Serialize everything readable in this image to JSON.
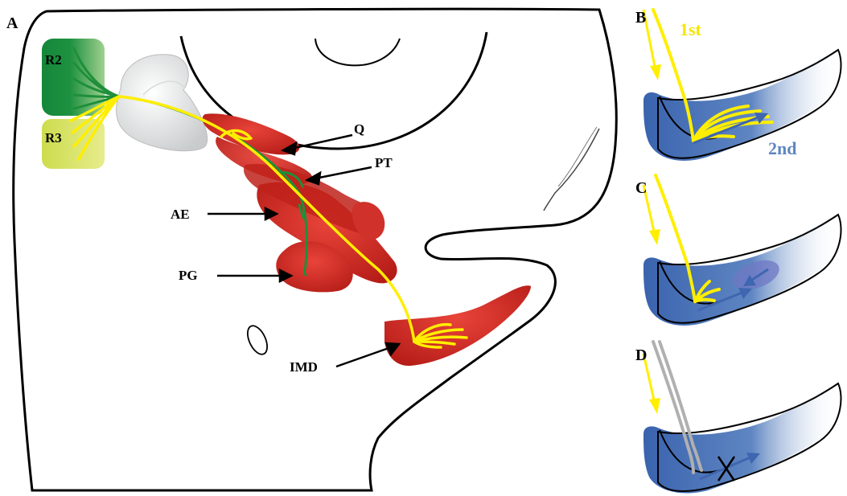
{
  "panels": {
    "a": "A",
    "b": "B",
    "c": "C",
    "d": "D"
  },
  "rhombomeres": {
    "r2": "R2",
    "r3": "R3"
  },
  "structures": {
    "q": "Q",
    "pt": "PT",
    "ae": "AE",
    "pg": "PG",
    "imd": "IMD"
  },
  "annotations": {
    "first": "1st",
    "second": "2nd"
  },
  "colors": {
    "trigeminal_nerve": "#ffee00",
    "r2_green": "#1f8f3f",
    "r3_yellow": "#d6e05a",
    "muscle_red": "#cc2a22",
    "blue_domain": "#3f66b0",
    "inactive_gray": "#b0b0b0"
  }
}
